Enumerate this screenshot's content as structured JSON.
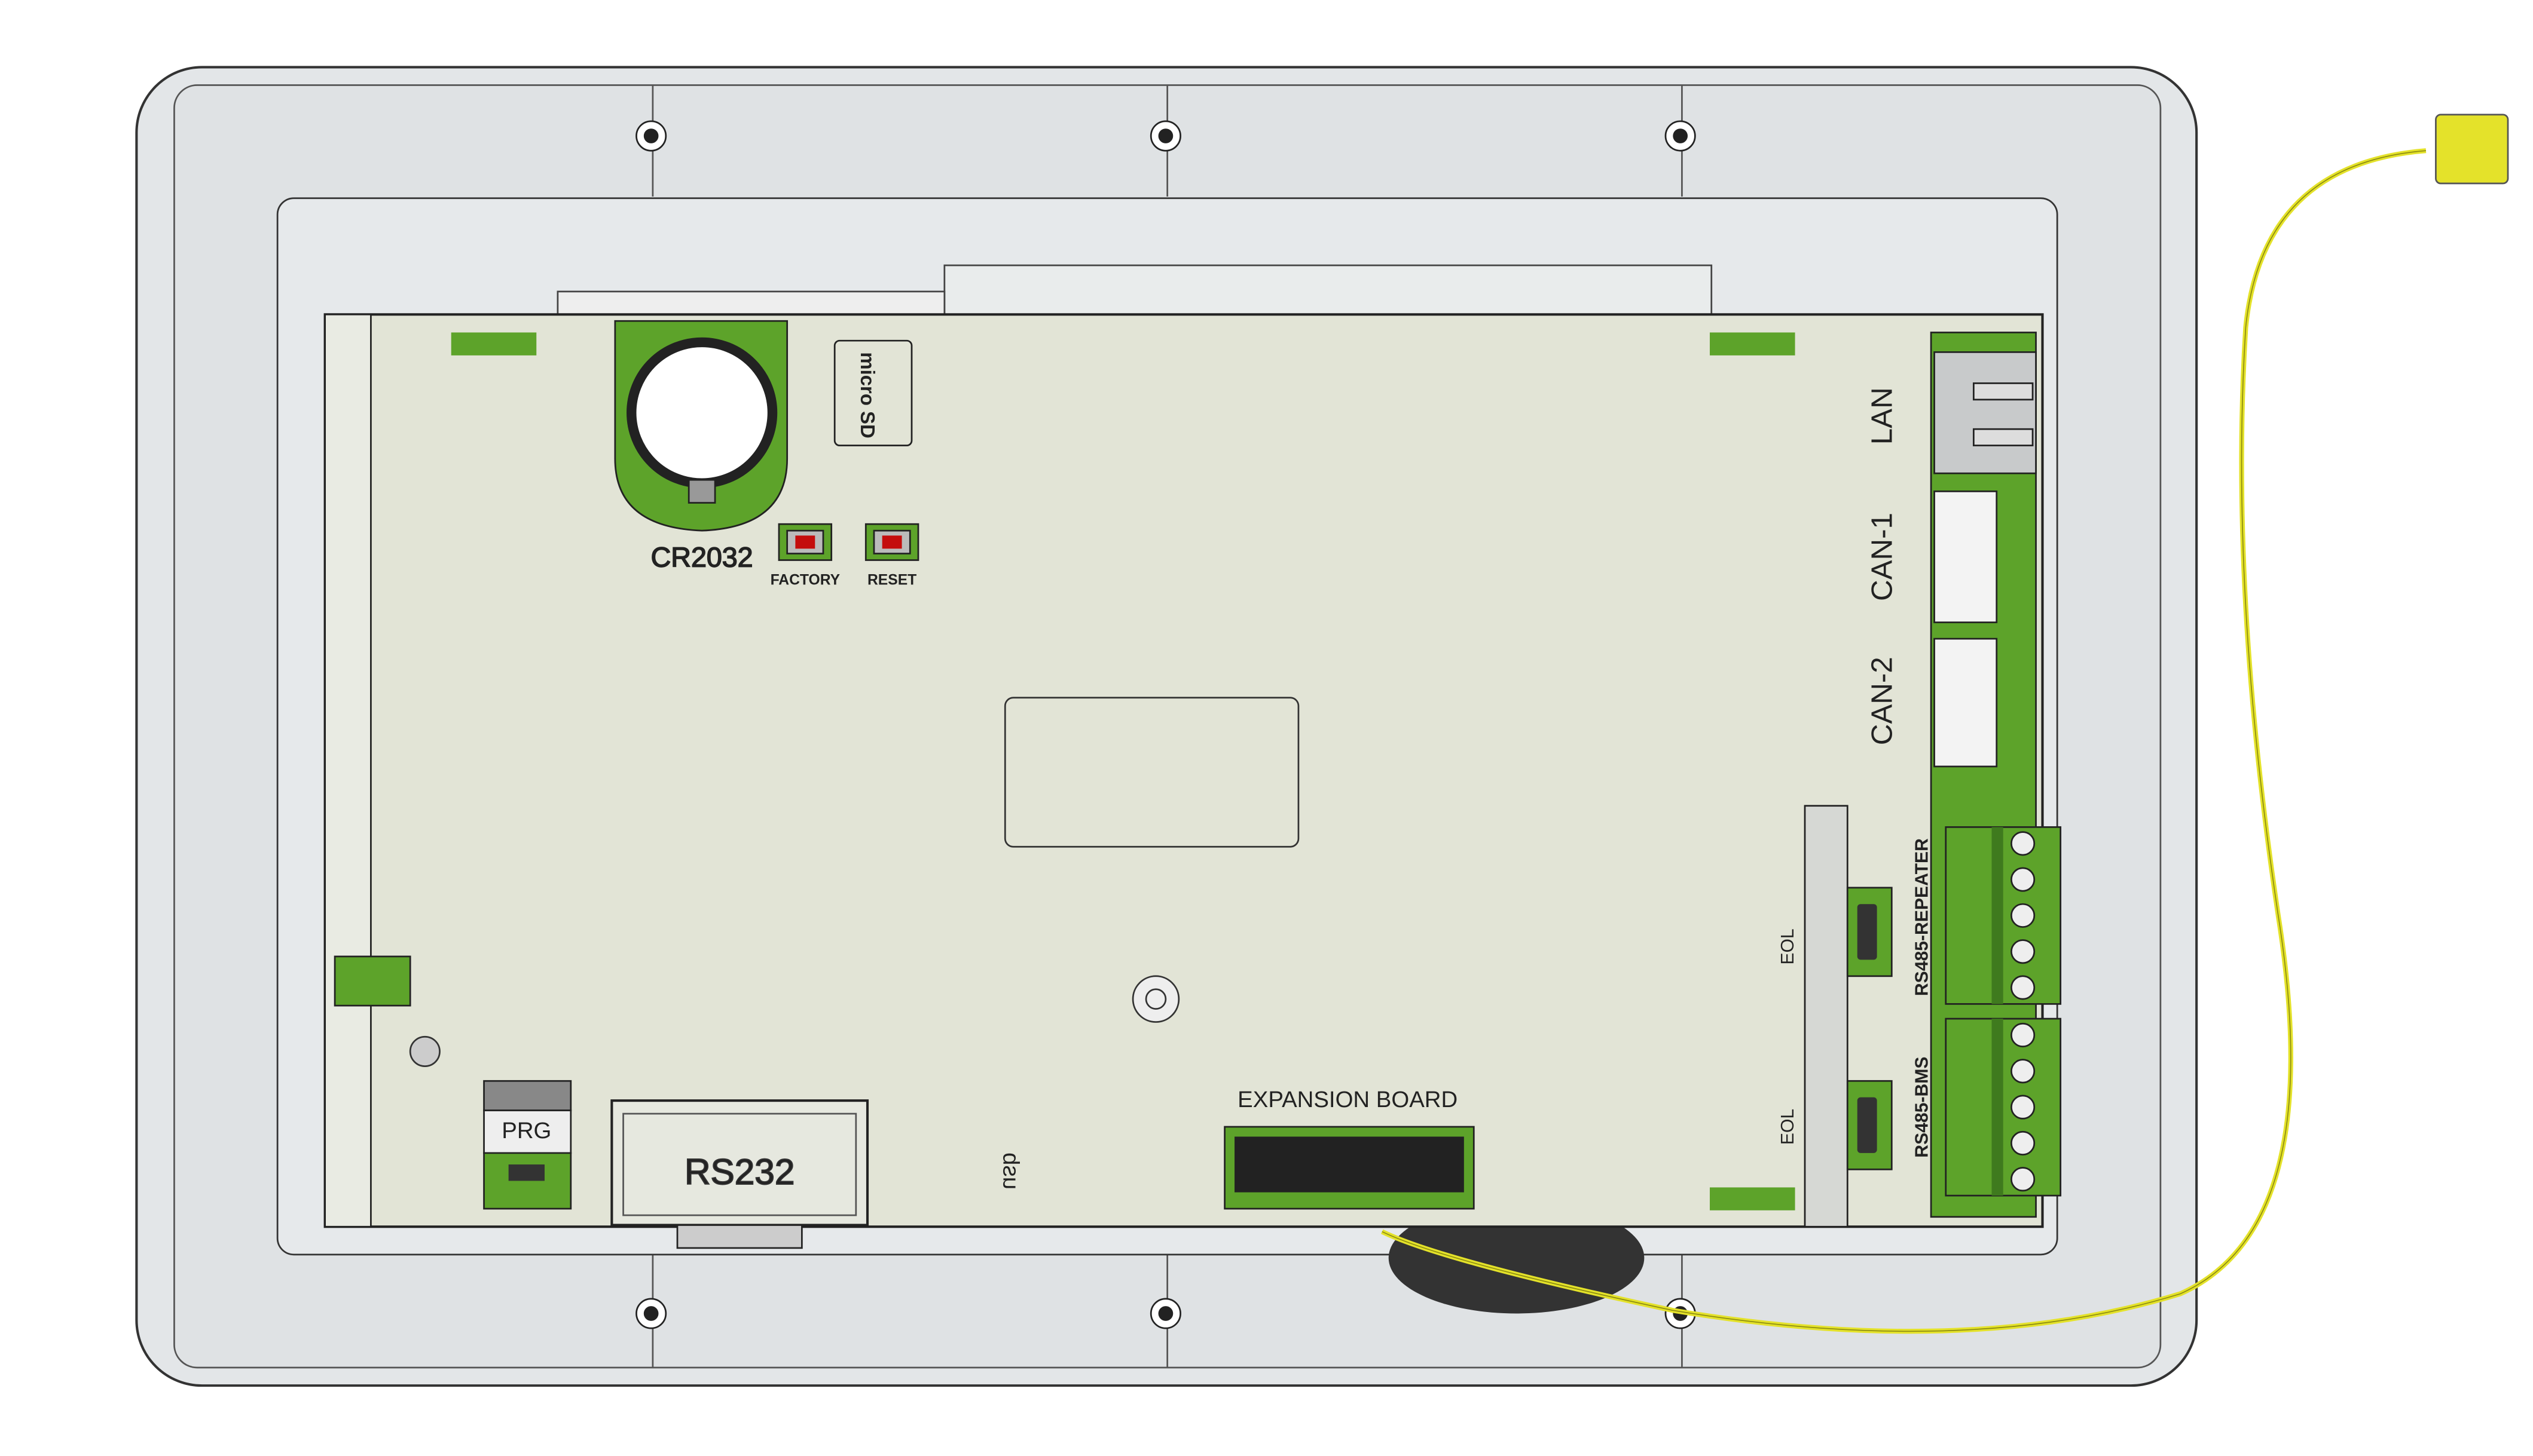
{
  "colors": {
    "pcb_green": "#5da32a",
    "dark_green": "#3f7a1e",
    "board": "#e2e4d6",
    "housing": "#e1e4e6",
    "cable": "#e4e22a",
    "button_red": "#c40d0d"
  },
  "labels": {
    "battery": "CR2032",
    "factory": "FACTORY",
    "reset": "RESET",
    "lan": "LAN",
    "can1": "CAN-1",
    "can2": "CAN-2",
    "rs485_repeater": "RS485-REPEATER",
    "rs485_bms": "RS485-BMS",
    "eol1": "EOL",
    "eol2": "EOL",
    "prg": "PRG",
    "rs232": "RS232",
    "usb": "usb",
    "expansion": "EXPANSION BOARD",
    "microsd": "micro SD"
  }
}
